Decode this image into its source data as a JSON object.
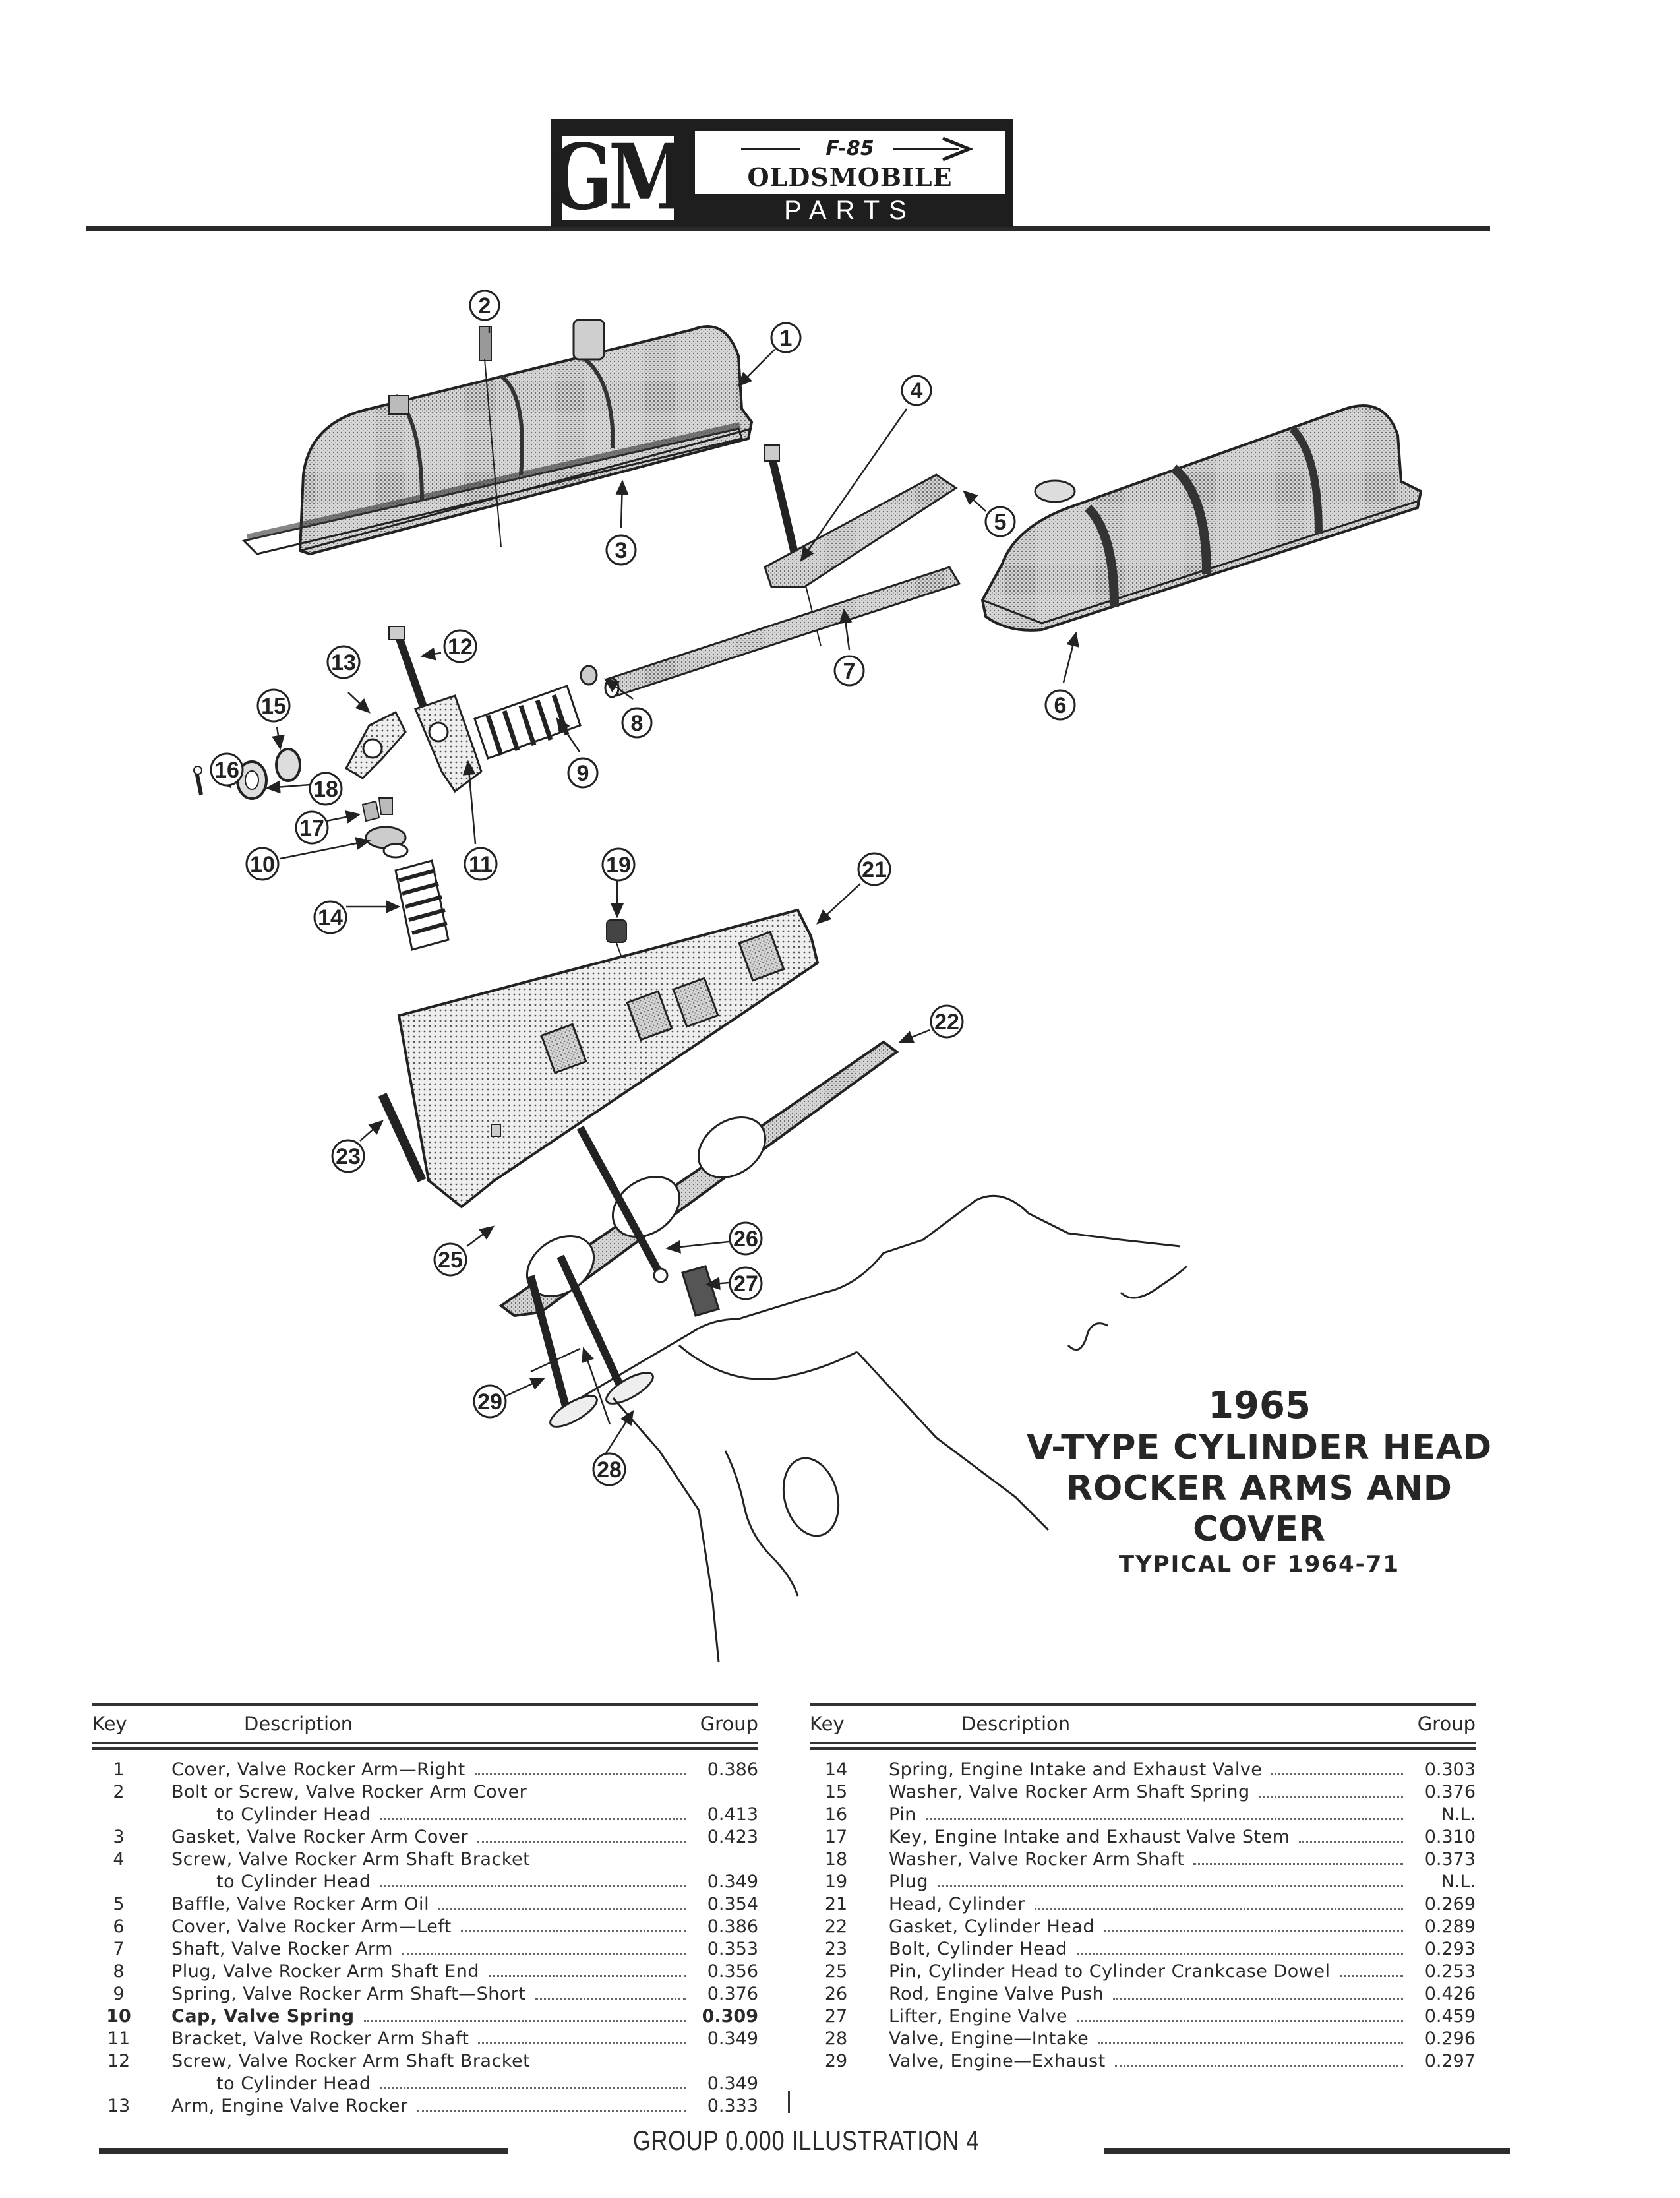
{
  "header": {
    "brand": "GM",
    "model_badge": "F-85",
    "make": "OLDSMOBILE",
    "catalogue": "PARTS CATALOGUE"
  },
  "illustration": {
    "callouts": [
      "1",
      "2",
      "3",
      "4",
      "5",
      "6",
      "7",
      "8",
      "9",
      "10",
      "11",
      "12",
      "13",
      "14",
      "15",
      "16",
      "17",
      "18",
      "19",
      "21",
      "22",
      "23",
      "25",
      "26",
      "27",
      "28",
      "29"
    ]
  },
  "title": {
    "year": "1965",
    "line1": "V-TYPE CYLINDER HEAD",
    "line2": "ROCKER ARMS AND COVER",
    "sub": "TYPICAL OF 1964-71"
  },
  "table": {
    "headers": {
      "key": "Key",
      "description": "Description",
      "group": "Group"
    },
    "left": [
      {
        "key": "1",
        "desc": "Cover, Valve Rocker Arm—Right",
        "group": "0.386"
      },
      {
        "key": "2",
        "desc": "Bolt or Screw, Valve Rocker Arm Cover",
        "group": ""
      },
      {
        "key": "",
        "desc": "to Cylinder Head",
        "group": "0.413",
        "cont": true
      },
      {
        "key": "3",
        "desc": "Gasket, Valve Rocker Arm Cover",
        "group": "0.423"
      },
      {
        "key": "4",
        "desc": "Screw, Valve Rocker Arm Shaft Bracket",
        "group": ""
      },
      {
        "key": "",
        "desc": "to Cylinder Head",
        "group": "0.349",
        "cont": true
      },
      {
        "key": "5",
        "desc": "Baffle, Valve Rocker Arm Oil",
        "group": "0.354"
      },
      {
        "key": "6",
        "desc": "Cover, Valve Rocker Arm—Left",
        "group": "0.386"
      },
      {
        "key": "7",
        "desc": "Shaft, Valve Rocker Arm",
        "group": "0.353"
      },
      {
        "key": "8",
        "desc": "Plug, Valve Rocker Arm Shaft End",
        "group": "0.356"
      },
      {
        "key": "9",
        "desc": "Spring, Valve Rocker Arm Shaft—Short",
        "group": "0.376"
      },
      {
        "key": "10",
        "desc": "Cap, Valve Spring",
        "group": "0.309",
        "bold": true
      },
      {
        "key": "11",
        "desc": "Bracket, Valve Rocker Arm Shaft",
        "group": "0.349"
      },
      {
        "key": "12",
        "desc": "Screw, Valve Rocker Arm Shaft Bracket",
        "group": ""
      },
      {
        "key": "",
        "desc": "to Cylinder Head",
        "group": "0.349",
        "cont": true
      },
      {
        "key": "13",
        "desc": "Arm, Engine Valve Rocker",
        "group": "0.333"
      }
    ],
    "right": [
      {
        "key": "14",
        "desc": "Spring, Engine Intake and Exhaust Valve",
        "group": "0.303"
      },
      {
        "key": "15",
        "desc": "Washer, Valve Rocker Arm Shaft Spring",
        "group": "0.376"
      },
      {
        "key": "16",
        "desc": "Pin",
        "group": "N.L."
      },
      {
        "key": "17",
        "desc": "Key, Engine Intake and Exhaust Valve Stem",
        "group": "0.310"
      },
      {
        "key": "18",
        "desc": "Washer, Valve Rocker Arm Shaft",
        "group": "0.373"
      },
      {
        "key": "19",
        "desc": "Plug",
        "group": "N.L."
      },
      {
        "key": "21",
        "desc": "Head, Cylinder",
        "group": "0.269"
      },
      {
        "key": "22",
        "desc": "Gasket, Cylinder Head",
        "group": "0.289"
      },
      {
        "key": "23",
        "desc": "Bolt, Cylinder Head",
        "group": "0.293"
      },
      {
        "key": "25",
        "desc": "Pin, Cylinder Head to Cylinder Crankcase Dowel",
        "group": "0.253"
      },
      {
        "key": "26",
        "desc": "Rod, Engine Valve Push",
        "group": "0.426"
      },
      {
        "key": "27",
        "desc": "Lifter, Engine Valve",
        "group": "0.459"
      },
      {
        "key": "28",
        "desc": "Valve, Engine—Intake",
        "group": "0.296"
      },
      {
        "key": "29",
        "desc": "Valve, Engine—Exhaust",
        "group": "0.297"
      }
    ]
  },
  "footer": {
    "label": "GROUP 0.000 ILLUSTRATION 4"
  }
}
